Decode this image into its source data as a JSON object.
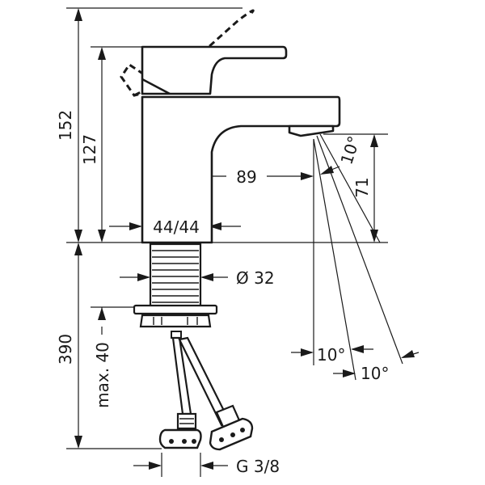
{
  "dimensions": {
    "total_height": "152",
    "spout_height": "127",
    "spout_reach": "89",
    "body_width": "44/44",
    "shank_diameter": "Ø 32",
    "outlet_height": "71",
    "hose_length": "390",
    "max_countertop": "max. 40",
    "connection_thread": "G 3/8",
    "angle_outlet": "10°",
    "angle_lower_1": "10°",
    "angle_lower_2": "10°"
  }
}
